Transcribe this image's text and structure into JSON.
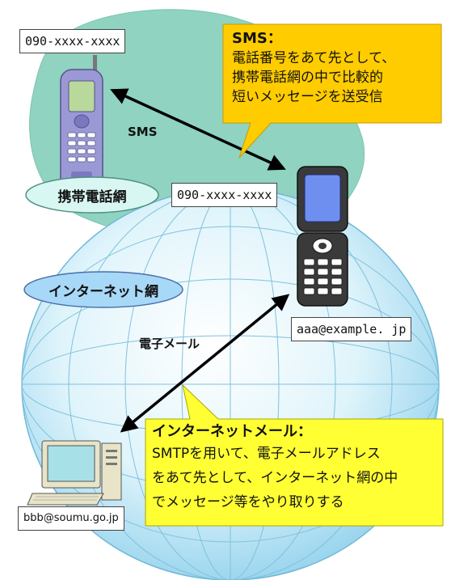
{
  "colors": {
    "mobile_area": "#8fd3c0",
    "internet_globe": "#d8f0f8",
    "sms_callout": "#ffcc00",
    "internet_callout": "#ffff33",
    "mobile_pill": "#d9f7f2",
    "internet_pill": "#a8d8f7"
  },
  "sms_callout": {
    "title": "SMS：",
    "line1": "電話番号をあて先として、",
    "line2": "携帯電話網の中で比較的",
    "line3": "短いメッセージを送受信"
  },
  "internet_callout": {
    "title": "インターネットメール：",
    "line1": "SMTPを用いて、電子メールアドレス",
    "line2": "をあて先として、インターネット網の中",
    "line3": "でメッセージ等をやり取りする"
  },
  "labels": {
    "phone1_number": "090-xxxx-xxxx",
    "phone2_number": "090-xxxx-xxxx",
    "phone2_email": "aaa@example. jp",
    "pc_email": "bbb@soumu.go.jp",
    "sms_link": "SMS",
    "email_link": "電子メール",
    "mobile_network": "携帯電話網",
    "internet_network": "インターネット網"
  }
}
